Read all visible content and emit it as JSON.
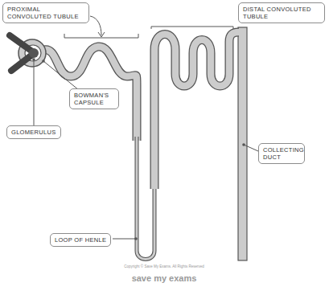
{
  "diagram": {
    "nodes": [
      {
        "text": [
          "PROXIMAL CONVOLUTED TUBULE"
        ]
      },
      {
        "text": [
          "DISTAL CONVOLUTED TUBULE"
        ]
      },
      {
        "text": [
          "BOWMAN'S CAPSULE"
        ]
      },
      {
        "text": [
          "GLOMERULUS"
        ]
      },
      {
        "text": [
          "COLLECTING DUCT"
        ]
      },
      {
        "text": [
          "LOOP OF HENLE"
        ]
      }
    ],
    "labels": [
      "Copyright © Save My Exams. All Rights Reserved",
      "save my exams"
    ]
  }
}
